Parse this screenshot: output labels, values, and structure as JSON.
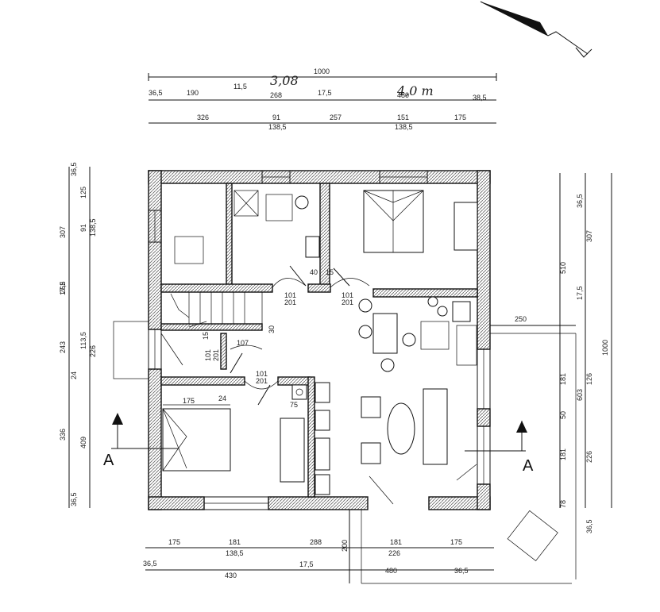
{
  "annotations": {
    "handwritten_area_1": "3,08",
    "handwritten_area_2": "4,0 m",
    "section_marker": "A"
  },
  "dimensions_top": {
    "row1": [
      "1000"
    ],
    "row2": [
      "36,5",
      "190",
      "11,5",
      "268",
      "17,5",
      "480",
      "38,5"
    ],
    "row3": [
      "326",
      "91",
      "138,5",
      "257",
      "151",
      "138,5",
      "175"
    ]
  },
  "dimensions_bottom": {
    "row1": [
      "175",
      "181",
      "138,5",
      "288",
      "181",
      "226",
      "175"
    ],
    "row2": [
      "36,5",
      "430",
      "17,5",
      "480",
      "36,5"
    ],
    "vertical": [
      "200"
    ]
  },
  "dimensions_left": {
    "outer": [
      "307",
      "262",
      "243",
      "336"
    ],
    "middle": [
      "36,5",
      "125",
      "91",
      "138,5",
      "17,5",
      "113,5",
      "226",
      "24",
      "409",
      "36,5"
    ]
  },
  "dimensions_right": {
    "inner": [
      "510",
      "181",
      "50",
      "181",
      "78"
    ],
    "middle": [
      "36,5",
      "307",
      "17,5",
      "126",
      "603",
      "226",
      "36,5"
    ],
    "outer": [
      "1000"
    ],
    "terrace": "250"
  },
  "interior": {
    "door_label_a": "101",
    "door_label_b": "201",
    "small_dims": [
      "40",
      "15",
      "30",
      "107",
      "15",
      "175",
      "24",
      "75"
    ]
  }
}
